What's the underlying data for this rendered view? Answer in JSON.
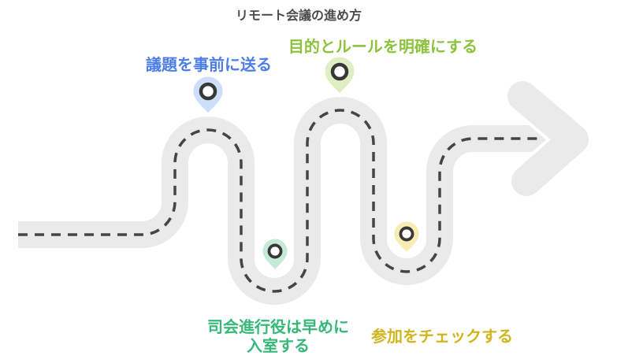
{
  "title": "リモート会議の進め方",
  "palette": {
    "background": "#ffffff",
    "road_surface": "#eaeaea",
    "road_casing": "#ffffff",
    "center_line": "#454545",
    "title_color": "#4b4b4b",
    "pin_ring": "#383838"
  },
  "steps": [
    {
      "name": "send-agenda",
      "label": "議題を事前に送る",
      "text_color": "#4d7ee8",
      "pin_color": "#cddef8",
      "pin_position": "top-of-first-curve"
    },
    {
      "name": "clarify-purpose-and-rules",
      "label": "目的とルールを明確にする",
      "text_color": "#8dc23e",
      "pin_color": "#dfeec3",
      "pin_position": "top-of-second-curve"
    },
    {
      "name": "moderator-enter-early",
      "label": "司会進行役は早めに\n入室する",
      "text_color": "#37b878",
      "pin_color": "#c5ebd6",
      "pin_position": "bottom-of-first-valley"
    },
    {
      "name": "check-participation",
      "label": "参加をチェックする",
      "text_color": "#d0b520",
      "pin_color": "#f7edb2",
      "pin_position": "bottom-of-second-valley"
    }
  ],
  "road": {
    "direction": "left-to-right",
    "end_marker": "arrow-right"
  }
}
